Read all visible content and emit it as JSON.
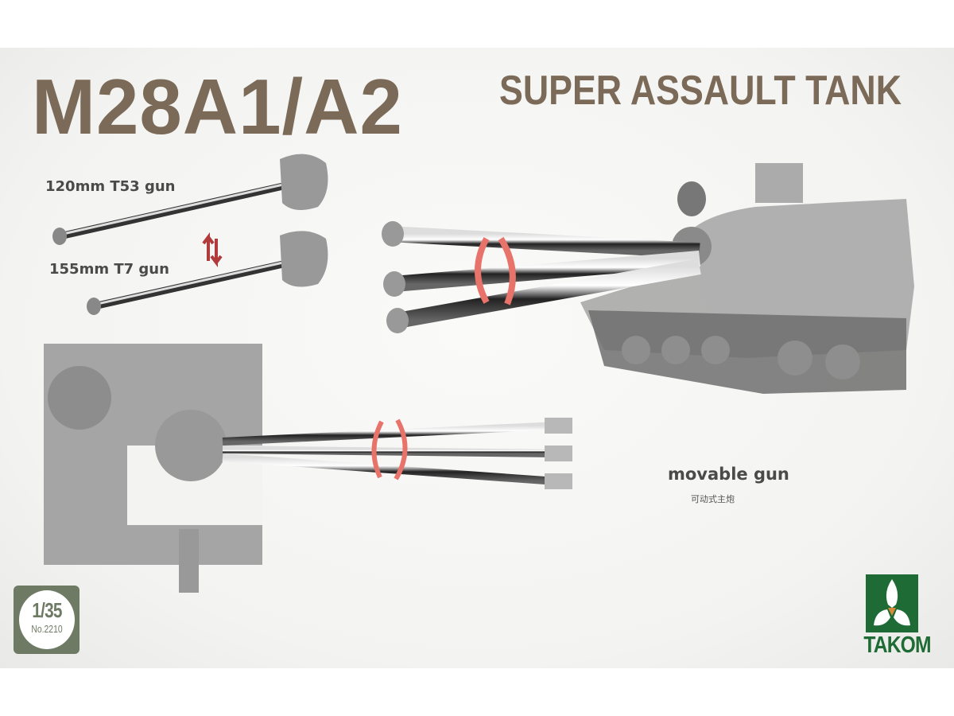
{
  "title": {
    "main": "M28A1/A2",
    "sub": "SUPER ASSAULT TANK"
  },
  "labels": {
    "gun_120": "120mm T53 gun",
    "gun_155": "155mm T7 gun",
    "movable": "movable gun",
    "movable_cn": "可动式主炮"
  },
  "badge": {
    "scale": "1/35",
    "number": "No.2210"
  },
  "brand": {
    "name": "TAKOM"
  },
  "colors": {
    "title": "#7b6a58",
    "brand": "#1f6b35",
    "badge": "#6e7a63",
    "arrow": "#e8736a"
  }
}
